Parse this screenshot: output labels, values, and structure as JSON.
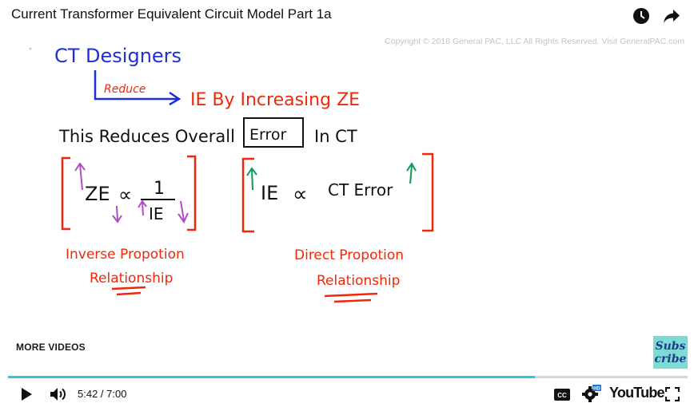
{
  "header": {
    "title": "Current Transformer Equivalent Circuit Model Part 1a",
    "watch_later_icon": "clock-icon",
    "share_icon": "share-arrow-icon"
  },
  "copyright": "Copyright © 2018 General PAC, LLC All Rights Reserved. Visit GeneralPAC.com",
  "whiteboard": {
    "heading": "CT Designers",
    "arrow_label": "Reduce",
    "reduce_target": "IE By Increasing ZE",
    "statement_prefix": "This Reduces Overall",
    "statement_boxed": "Error",
    "statement_suffix": "In CT",
    "left_formula": {
      "lhs": "ZE",
      "symbol": "∝",
      "numerator": "1",
      "denominator": "IE"
    },
    "right_formula": {
      "lhs": "IE",
      "symbol": "∝",
      "rhs": "CT Error"
    },
    "left_caption_1": "Inverse Propotion",
    "left_caption_2": "Relationship",
    "right_caption_1": "Direct Propotion",
    "right_caption_2": "Relationship"
  },
  "overlay": {
    "more_videos": "MORE VIDEOS",
    "subscribe_line1": "Subs",
    "subscribe_line2": "cribe"
  },
  "player": {
    "progress": 0.775,
    "time": "5:42 / 7:00",
    "play_icon": "play-icon",
    "volume_icon": "volume-icon",
    "cc_icon": "closed-captions-icon",
    "settings_icon": "settings-hd-icon",
    "hd_badge": "HD",
    "logo": "YouTube",
    "fullscreen_icon": "fullscreen-icon"
  },
  "colors": {
    "blue": "#1f2fd6",
    "red": "#f0280a",
    "black": "#111111",
    "purple": "#b24bc4",
    "green": "#0f9a5c",
    "progress": "#2dc7de",
    "subscribe_bg": "#7ddbd6"
  }
}
